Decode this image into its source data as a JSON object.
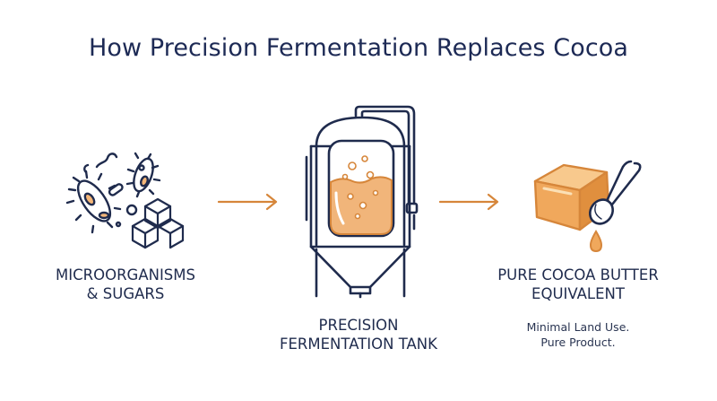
{
  "title": "How Precision Fermentation Replaces Cocoa",
  "colors": {
    "navy": "#1f2b4d",
    "orange": "#d6863a",
    "light_orange": "#f3b978",
    "cell_fill": "#f5b779",
    "liquid": "#f1b57a"
  },
  "steps": [
    {
      "icon": "microorganisms-sugars-icon",
      "label_lines": [
        "MICROORGANISMS",
        "& SUGARS"
      ]
    },
    {
      "icon": "fermentation-tank-icon",
      "label_lines": [
        "PRECISION",
        "FERMENTATION TANK"
      ]
    },
    {
      "icon": "cocoa-butter-spoon-icon",
      "label_lines": [
        "PURE COCOA BUTTER",
        "EQUIVALENT"
      ],
      "caption_lines": [
        "Minimal Land Use.",
        "Pure Product."
      ]
    }
  ],
  "arrows": [
    "arrow-right-icon",
    "arrow-right-icon"
  ]
}
